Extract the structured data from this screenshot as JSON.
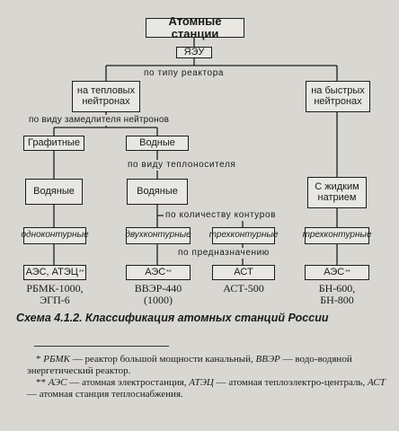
{
  "diagram": {
    "title": "Атомные станции",
    "root": "ЯЭУ",
    "criteria": {
      "reactor_type": "по типу реактора",
      "moderator": "по виду замедлителя нейтронов",
      "coolant": "по виду теплоносителя",
      "loops": "по количеству контуров",
      "purpose": "по предназначению"
    },
    "nodes": {
      "thermal_line1": "на тепловых",
      "thermal_line2": "нейтронах",
      "fast_line1": "на быстрых",
      "fast_line2": "нейтронах",
      "graphite": "Графитные",
      "water_mod": "Водные",
      "water_cool_1": "Водяные",
      "water_cool_2": "Водяные",
      "liquid_sodium_line1": "С жидким",
      "liquid_sodium_line2": "натрием",
      "loop_single": "одноконтурные",
      "loop_double": "двухконтурные",
      "loop_triple": "трехконтурные",
      "loop_triple_fast": "трехконтурные",
      "purpose_1": "АЭС, АТЭЦ",
      "purpose_2": "АЭС",
      "purpose_3": "АСТ",
      "purpose_4": "АЭС",
      "sup_mark": "**"
    },
    "reactors": {
      "r1_line1": "РБМК-1000,",
      "r1_line2": "ЭГП-6",
      "r2_line1": "ВВЭР-440",
      "r2_line2": "(1000)",
      "r3_line1": "АСТ-500",
      "r4_line1": "БН-600,",
      "r4_line2": "БН-800"
    }
  },
  "caption": "Схема 4.1.2. Классификация атомных станций России",
  "footnotes": {
    "f1_mark": "*",
    "f1_term1": "РБМК",
    "f1_text1": " — реактор большой мощности канальный, ",
    "f1_term2": "ВВЭР",
    "f1_text2": " — водо-водяной энергетический реактор.",
    "f2_mark": "**",
    "f2_term1": "АЭС",
    "f2_text1": " — атомная электростанция, ",
    "f2_term2": "АТЭЦ",
    "f2_text2": " — атомная теплоэлектро-централь, ",
    "f2_term3": "АСТ",
    "f2_text3": " — атомная станция теплоснабжения."
  }
}
